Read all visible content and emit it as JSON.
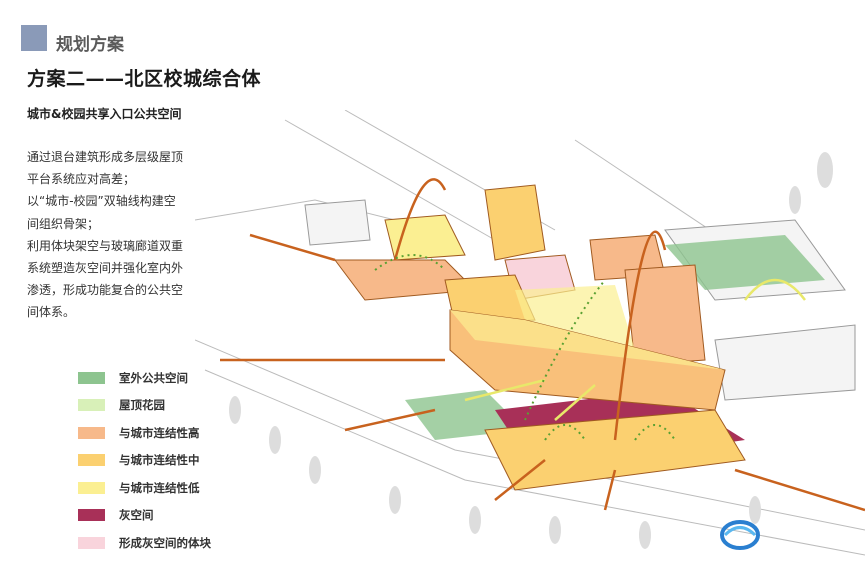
{
  "header": {
    "section": "规划方案",
    "title": "方案二——北区校城综合体",
    "subtitle": "城市&校园共享入口公共空间"
  },
  "description": [
    "通过退台建筑形成多层级屋顶",
    "平台系统应对高差；",
    "以“城市-校园”双轴线构建空",
    "间组织骨架；",
    "利用体块架空与玻璃廊道双重",
    "系统塑造灰空间并强化室内外",
    "渗透，形成功能复合的公共空",
    "间体系。"
  ],
  "legend": [
    {
      "label": "室外公共空间",
      "color": "#8dc48f"
    },
    {
      "label": "屋顶花园",
      "color": "#d8f0b8"
    },
    {
      "label": "与城市连结性高",
      "color": "#f7b98a"
    },
    {
      "label": "与城市连结性中",
      "color": "#fbd070"
    },
    {
      "label": "与城市连结性低",
      "color": "#fbef92"
    },
    {
      "label": "灰空间",
      "color": "#a83058"
    },
    {
      "label": "形成灰空间的体块",
      "color": "#f9d4dc"
    }
  ],
  "colors": {
    "accent_square": "#8a9ab8",
    "arrow": "#c8621e",
    "green_path": "#5aa032"
  }
}
